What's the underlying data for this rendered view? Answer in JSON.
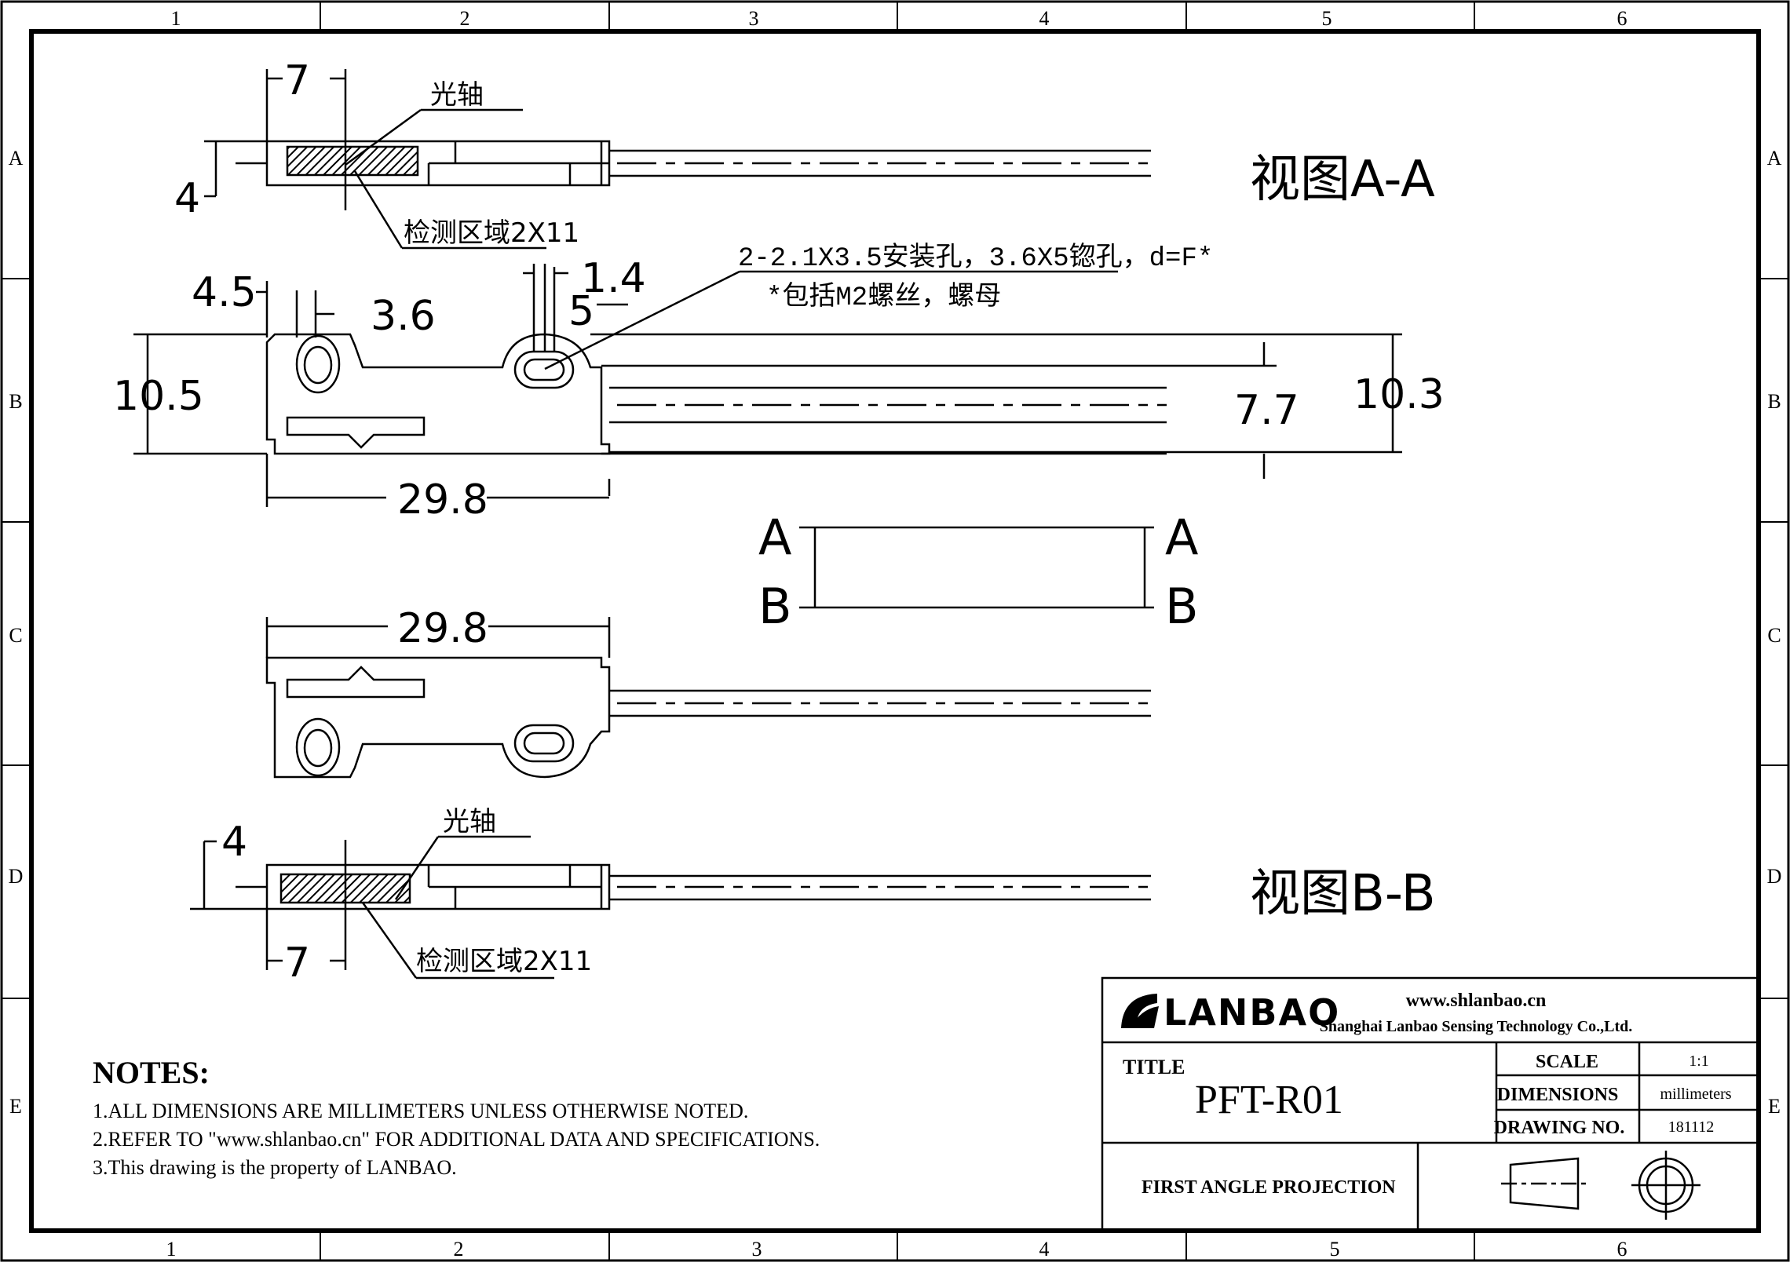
{
  "grid": {
    "columns": [
      "1",
      "2",
      "3",
      "4",
      "5",
      "6"
    ],
    "rows": [
      "A",
      "B",
      "C",
      "D",
      "E"
    ]
  },
  "views": {
    "aa_title": "视图A-A",
    "bb_title": "视图B-B",
    "optical_axis": "光轴",
    "detection_area": "检测区域2X11",
    "mount_hole_note": "2-2.1X3.5安装孔，3.6X5锪孔，d=F*",
    "mount_hole_note2": "*包括M2螺丝，螺母",
    "section_a": "A",
    "section_b": "B"
  },
  "dimensions": {
    "d7": "7",
    "d4": "4",
    "d4_5": "4.5",
    "d3_6": "3.6",
    "d1_4": "1.4",
    "d5": "5",
    "d10_5": "10.5",
    "d7_7": "7.7",
    "d10_3": "10.3",
    "d29_8": "29.8"
  },
  "notes": {
    "heading": "NOTES:",
    "items": [
      "1.ALL DIMENSIONS ARE MILLIMETERS UNLESS OTHERWISE NOTED.",
      "2.REFER TO \"www.shlanbao.cn\" FOR ADDITIONAL DATA AND SPECIFICATIONS.",
      "3.This drawing is the property of LANBAO."
    ]
  },
  "title_block": {
    "logo": "LANBAO",
    "website": "www.shlanbao.cn",
    "company": "Shanghai Lanbao Sensing Technology Co.,Ltd.",
    "title_label": "TITLE",
    "title_value": "PFT-R01",
    "scale_label": "SCALE",
    "scale_value": "1:1",
    "dimensions_label": "DIMENSIONS",
    "dimensions_value": "millimeters",
    "drawing_no_label": "DRAWING NO.",
    "drawing_no_value": "181112",
    "projection": "FIRST ANGLE PROJECTION"
  }
}
